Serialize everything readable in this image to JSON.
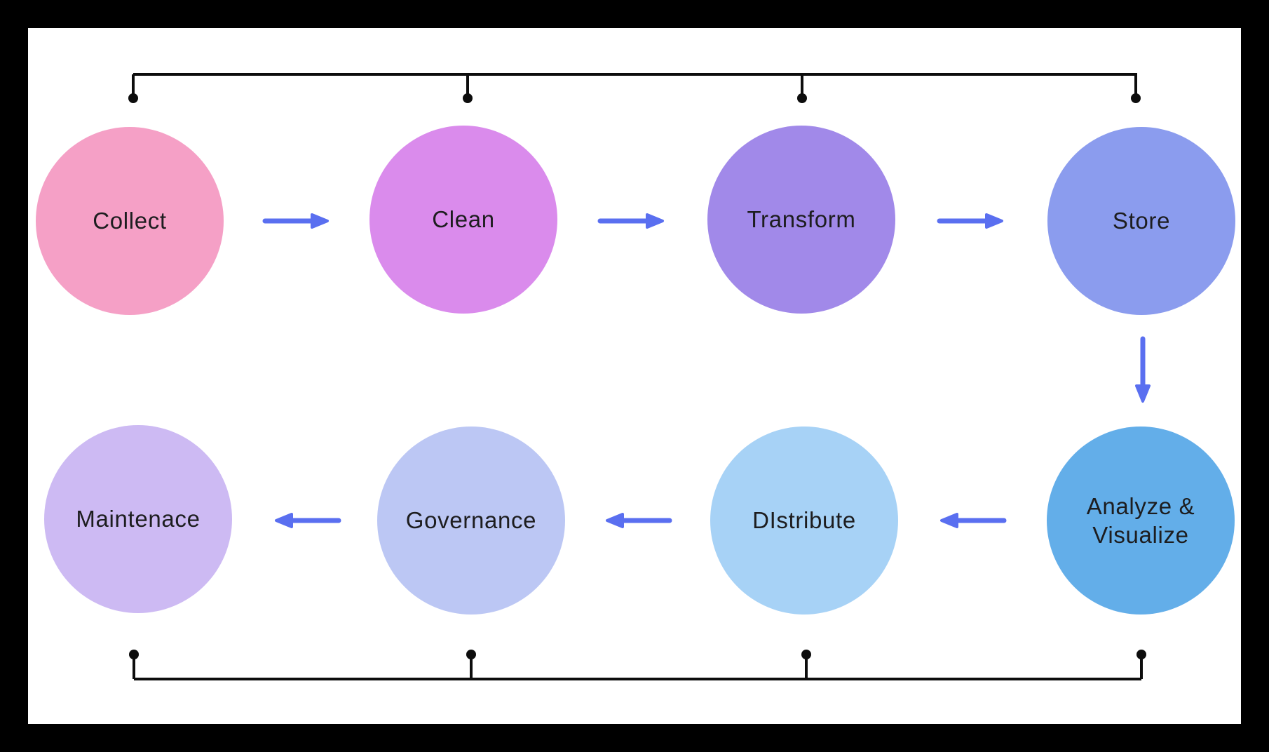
{
  "diagram": {
    "type": "flow-diagram",
    "background_color": "#000000",
    "canvas_color": "#ffffff",
    "text_color": "#1d1d1f",
    "arrow_color": "#5a6ff0",
    "connector_color": "#0d0d0d",
    "nodes": [
      {
        "id": "collect",
        "label": "Collect",
        "color": "#f5a0c6",
        "row": 1
      },
      {
        "id": "clean",
        "label": "Clean",
        "color": "#da8bec",
        "row": 1
      },
      {
        "id": "transform",
        "label": "Transform",
        "color": "#a189e9",
        "row": 1
      },
      {
        "id": "store",
        "label": "Store",
        "color": "#8b9cee",
        "row": 1
      },
      {
        "id": "analyze-visualize",
        "label": "Analyze & Visualize",
        "color": "#63aee9",
        "row": 2
      },
      {
        "id": "distribute",
        "label": "DIstribute",
        "color": "#a7d2f6",
        "row": 2
      },
      {
        "id": "governance",
        "label": "Governance",
        "color": "#bcc7f4",
        "row": 2
      },
      {
        "id": "maintenance",
        "label": "Maintenace",
        "color": "#cdbaf3",
        "row": 2
      }
    ],
    "edges": [
      {
        "from": "collect",
        "to": "clean",
        "direction": "right"
      },
      {
        "from": "clean",
        "to": "transform",
        "direction": "right"
      },
      {
        "from": "transform",
        "to": "store",
        "direction": "right"
      },
      {
        "from": "store",
        "to": "analyze-visualize",
        "direction": "down"
      },
      {
        "from": "analyze-visualize",
        "to": "distribute",
        "direction": "left"
      },
      {
        "from": "distribute",
        "to": "governance",
        "direction": "left"
      },
      {
        "from": "governance",
        "to": "maintenance",
        "direction": "left"
      }
    ],
    "top_bracket_links": [
      "collect",
      "clean",
      "transform",
      "store"
    ],
    "bottom_bracket_links": [
      "maintenance",
      "governance",
      "distribute",
      "analyze-visualize"
    ]
  }
}
